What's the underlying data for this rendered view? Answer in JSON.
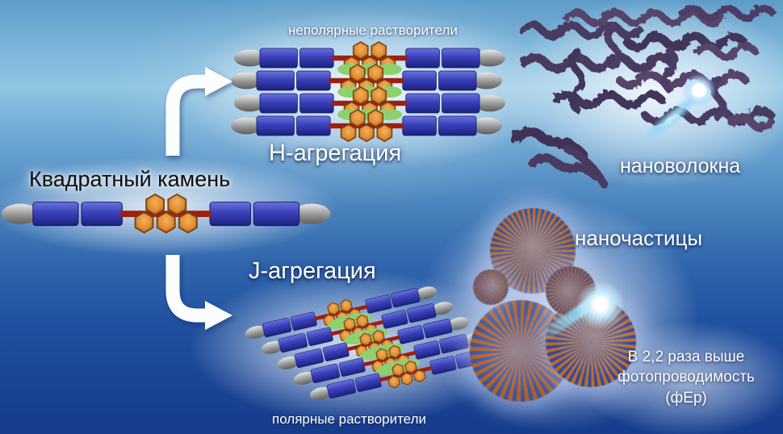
{
  "labels": {
    "solvent_top": "неполярные растворители",
    "h_aggregation": "H-агрегация",
    "nanofibers": "нановолокна",
    "molecule_name": "Квадратный камень",
    "j_aggregation": "J-агрегация",
    "nanoparticles": "наночастицы",
    "solvent_bottom": "полярные растворители",
    "result_line1": "В 2,2 раза выше",
    "result_line2": "фотопроводимость",
    "result_line3": "(фЕр)"
  },
  "colors": {
    "background_top": "#7ab2d8",
    "background_bottom": "#163c8c",
    "molecule_blue": "#3a41b8",
    "molecule_orange": "#e08f36",
    "rod_red": "#9c1f12",
    "cap_gray": "#9c9c9c",
    "spacer_green": "#8ed06e",
    "fiber_purple": "#4a3a60",
    "flash_cyan": "#8cd7f5",
    "arrow_white": "#fcfdfe"
  }
}
